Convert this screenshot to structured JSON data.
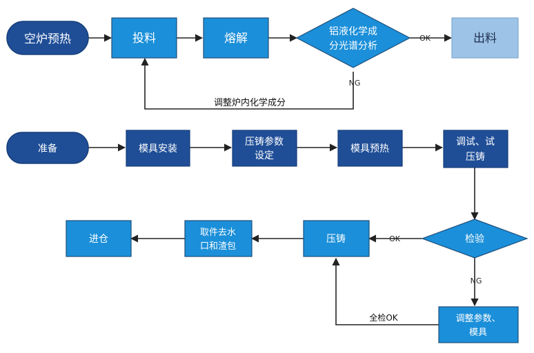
{
  "process1": {
    "start": "空炉预热",
    "feed": "投料",
    "melt": "熔解",
    "analysis_line1": "铝液化学成",
    "analysis_line2": "分光谱分析",
    "ok": "OK",
    "ng": "NG",
    "output": "出料",
    "adjust": "调整炉内化学成分"
  },
  "process2": {
    "prepare": "准备",
    "mold_install": "模具安装",
    "param_line1": "压铸参数",
    "param_line2": "设定",
    "mold_preheat": "模具预热",
    "trial_line1": "调试、试",
    "trial_line2": "压铸",
    "inspect": "检验",
    "ok": "OK",
    "ng": "NG",
    "die_cast": "压铸",
    "remove_line1": "取件去水",
    "remove_line2": "口和渣包",
    "warehouse": "进仓",
    "adjust_line1": "调整参数、",
    "adjust_line2": "模具",
    "all_ok": "全检OK"
  },
  "colors": {
    "dark_blue": "#1F4E97",
    "mid_blue": "#1B8FD9",
    "light_blue": "#9DC3E6",
    "border": "#1F4E79",
    "line": "#333333"
  }
}
